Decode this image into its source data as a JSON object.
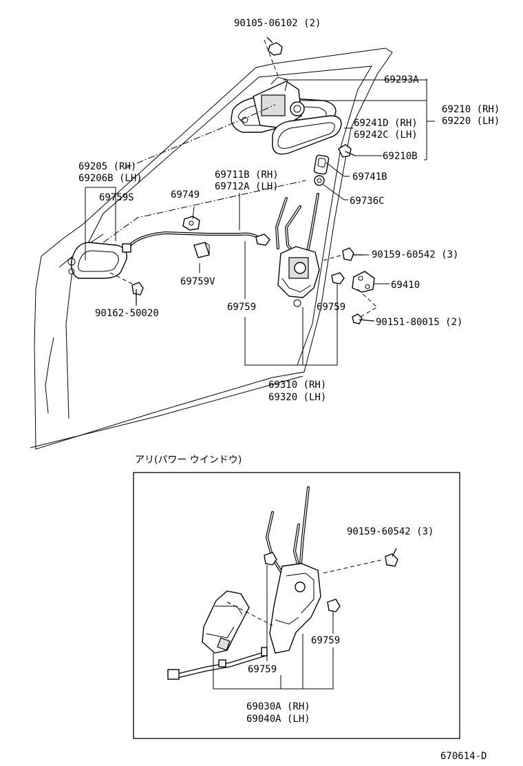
{
  "parts": {
    "bolt_top": "90105-06102 (2)",
    "p69293a": "69293A",
    "p69210": "69210 (RH)",
    "p69220": "69220 (LH)",
    "p69241d": "69241D (RH)",
    "p69242c": "69242C (LH)",
    "p69210b": "69210B",
    "p69205": "69205  (RH)",
    "p69206b": "69206B (LH)",
    "p69711b": "69711B (RH)",
    "p69712a": "69712A (LH)",
    "p69741b": "69741B",
    "p69759s": "69759S",
    "p69749": "69749",
    "p69736c": "69736C",
    "bolt_lock": "90159-60542 (3)",
    "p69410": "69410",
    "p69759v": "69759V",
    "p69759_a": "69759",
    "p69759_b": "69759",
    "bolt_striker": "90151-80015 (2)",
    "screw_handle": "90162-50020",
    "p69310": "69310 (RH)",
    "p69320": "69320 (LH)"
  },
  "inset": {
    "caption": "アリ(パワー ウインドウ)",
    "bolt": "90159-60542 (3)",
    "p69759_right": "69759",
    "p69759_left": "69759",
    "p69030a": "69030A (RH)",
    "p69040a": "69040A (LH)"
  },
  "drawing_code": "670614-D"
}
